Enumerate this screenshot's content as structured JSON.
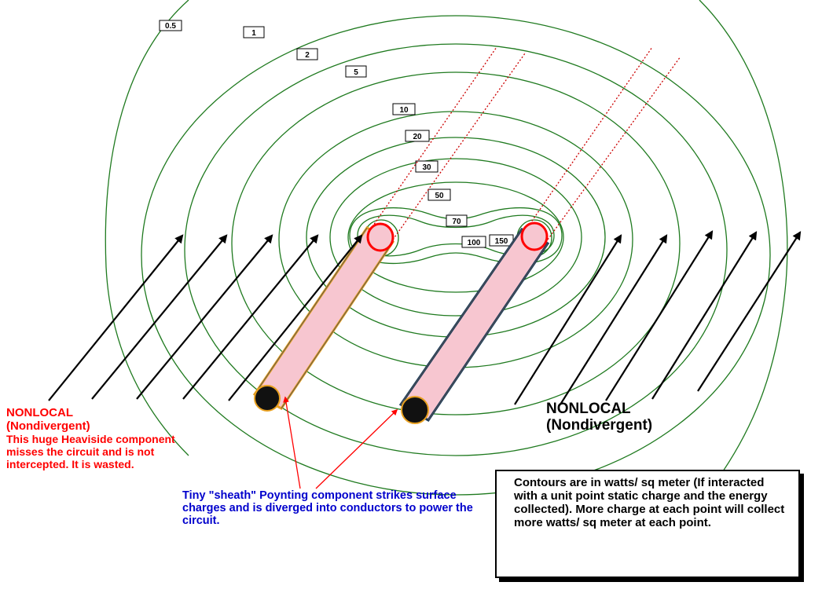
{
  "contour_labels": [
    "0.5",
    "1",
    "2",
    "5",
    "10",
    "20",
    "30",
    "50",
    "70",
    "100",
    "150"
  ],
  "colors": {
    "contour": "#1f7a1f",
    "conductor_fill": "#f7c6d0",
    "left_conductor_outline": "#e8a020",
    "right_conductor_outline": "#1a3a5a",
    "dotted_line": "#cc0000",
    "callout_arrow": "#ff0000",
    "red_text": "#ff0000",
    "blue_text": "#0000cc"
  },
  "left_note": {
    "title_line1": "NONLOCAL",
    "title_line2": "(Nondivergent)",
    "body": "This huge Heaviside component misses the circuit and is not intercepted.  It is wasted."
  },
  "right_title": {
    "line1": "NONLOCAL",
    "line2": "(Nondivergent)"
  },
  "sheath_note": "Tiny \"sheath\" Poynting component strikes surface charges and is diverged into conductors to power the circuit.",
  "contour_note": "Contours are in watts/ sq meter (If interacted with a unit point static charge and the energy collected). More charge at each point will collect more watts/ sq meter at each point."
}
